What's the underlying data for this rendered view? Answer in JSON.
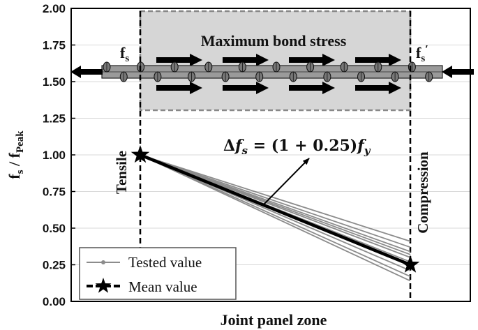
{
  "chart_data": {
    "type": "line",
    "title": "",
    "xlabel": "Joint panel zone",
    "ylabel": {
      "main": "f",
      "main_sub": "s",
      "sep": " / ",
      "denom": "f",
      "denom_sub": "Peak"
    },
    "ylim": [
      0,
      2
    ],
    "yticks": [
      "0.00",
      "0.25",
      "0.50",
      "0.75",
      "1.00",
      "1.25",
      "1.50",
      "1.75",
      "2.00"
    ],
    "x_positions": [
      "Tensile",
      "Compression"
    ],
    "grid": true,
    "legend": {
      "placement": "bottom-left",
      "entries": [
        "Tested value",
        "Mean value"
      ]
    },
    "series": [
      {
        "role": "tested",
        "values": [
          1.0,
          0.14
        ]
      },
      {
        "role": "tested",
        "values": [
          1.0,
          0.17
        ]
      },
      {
        "role": "tested",
        "values": [
          1.0,
          0.21
        ]
      },
      {
        "role": "tested",
        "values": [
          1.0,
          0.27
        ]
      },
      {
        "role": "tested",
        "values": [
          1.0,
          0.3
        ]
      },
      {
        "role": "tested",
        "values": [
          1.0,
          0.32
        ]
      },
      {
        "role": "tested",
        "values": [
          1.0,
          0.34
        ]
      },
      {
        "role": "tested",
        "values": [
          1.0,
          0.37
        ]
      },
      {
        "role": "tested",
        "values": [
          1.0,
          0.41
        ]
      },
      {
        "role": "mean",
        "values": [
          1.0,
          0.25
        ]
      }
    ],
    "annotations": {
      "bond_box_title": "Maximum bond stress",
      "left_force": {
        "main": "f",
        "sub": "s"
      },
      "right_force": {
        "main": "f",
        "sub": "s",
        "prime": "′"
      },
      "equation": {
        "delta": "Δ",
        "f": "f",
        "sub_s": "s",
        "rhs_open": " = (1 + 0.25)",
        "sub_y": "y"
      },
      "left_label": "Tensile",
      "right_label": "Compression"
    },
    "colors": {
      "tested": "#8c8c8c",
      "mean": "#000000",
      "box_fill": "#d6d6d6",
      "box_border": "#888888",
      "grid": "#d9d9d9"
    }
  }
}
